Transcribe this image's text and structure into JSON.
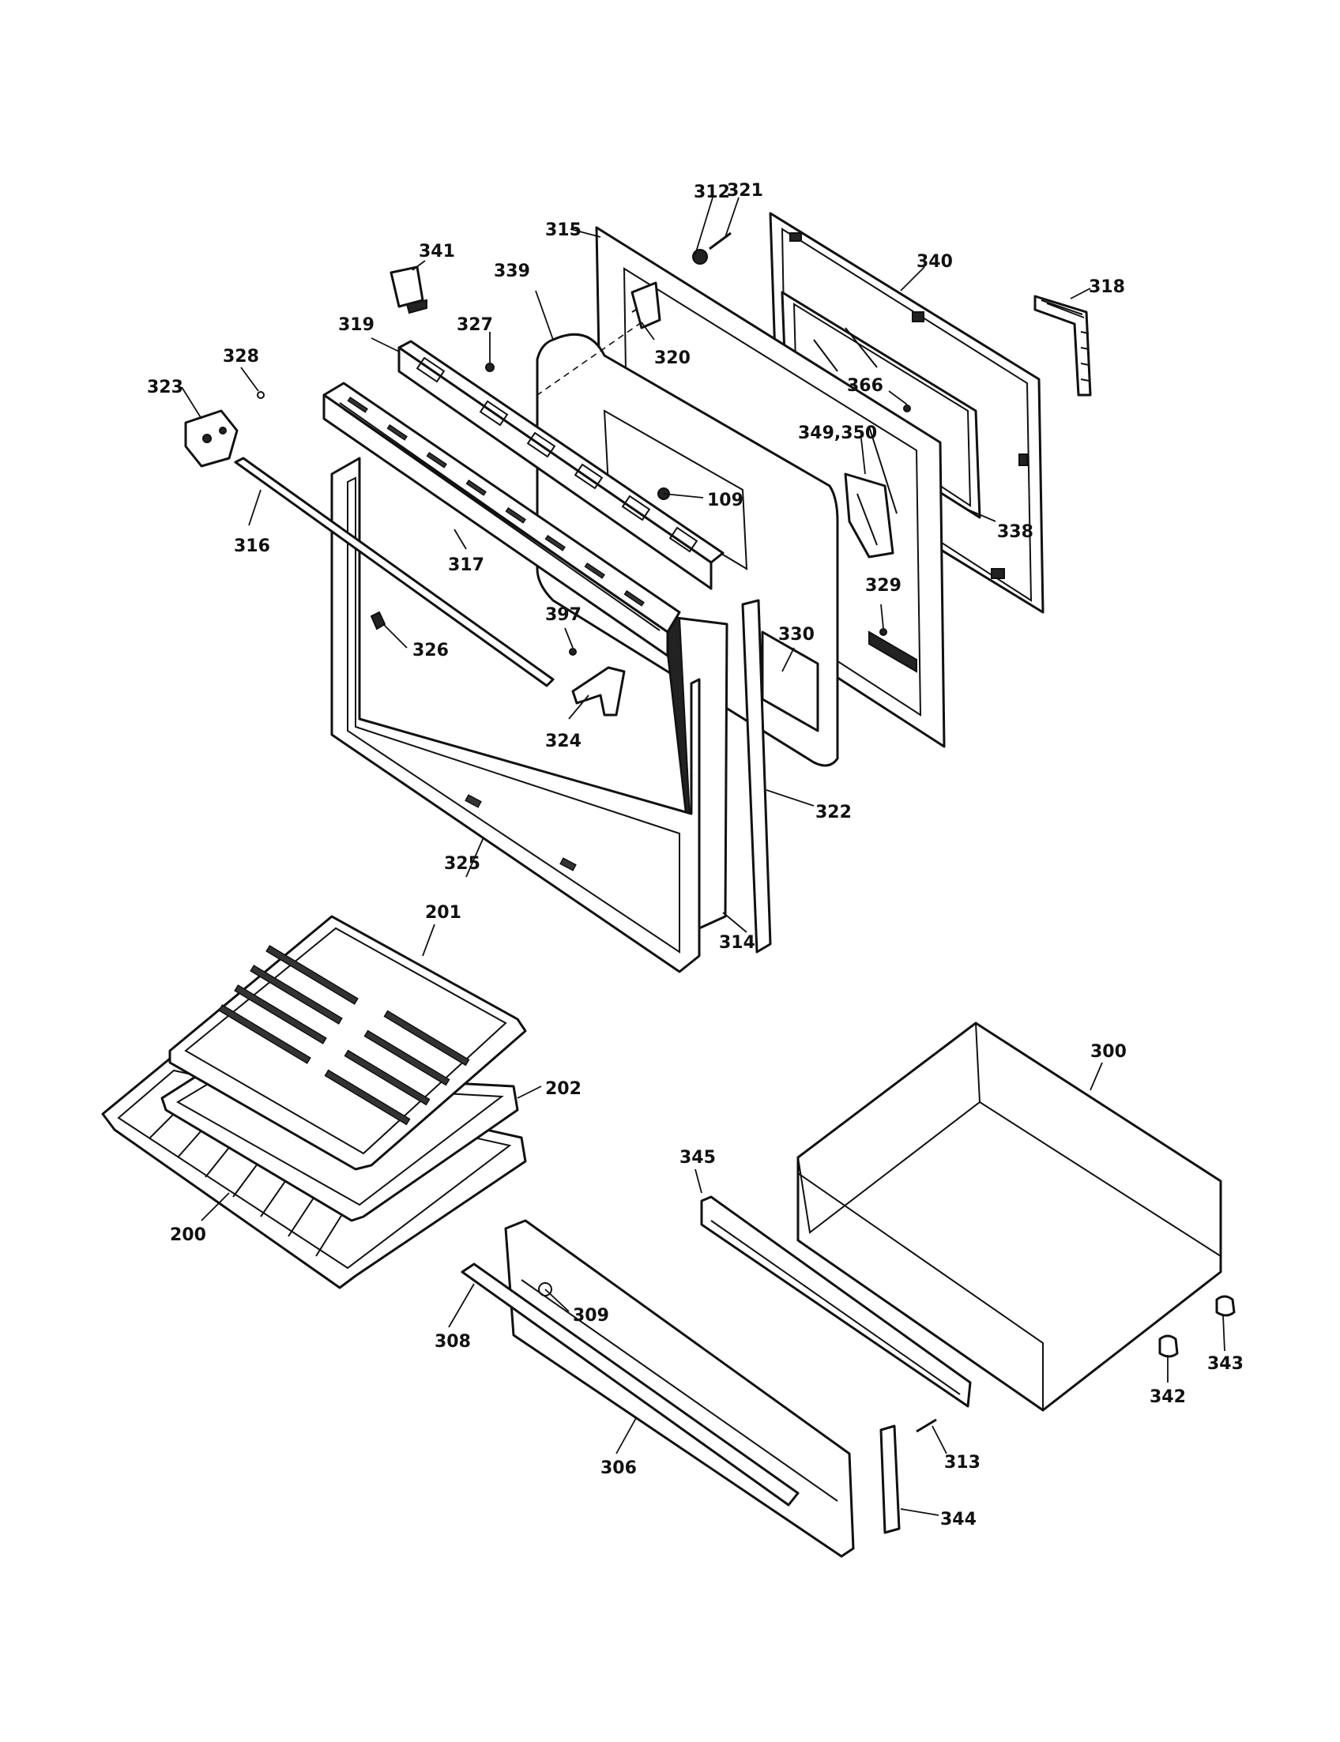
{
  "diagram": {
    "labels": {
      "l109": "109",
      "l200": "200",
      "l201": "201",
      "l202": "202",
      "l300": "300",
      "l306": "306",
      "l308": "308",
      "l309": "309",
      "l312": "312",
      "l313": "313",
      "l314": "314",
      "l315": "315",
      "l316": "316",
      "l317": "317",
      "l318": "318",
      "l319": "319",
      "l320": "320",
      "l321": "321",
      "l322": "322",
      "l323": "323",
      "l324": "324",
      "l325": "325",
      "l326": "326",
      "l327": "327",
      "l328": "328",
      "l329": "329",
      "l330": "330",
      "l338": "338",
      "l339": "339",
      "l340": "340",
      "l341": "341",
      "l342": "342",
      "l343": "343",
      "l344": "344",
      "l345": "345",
      "l349_350": "349,350",
      "l366": "366",
      "l397": "397"
    }
  }
}
